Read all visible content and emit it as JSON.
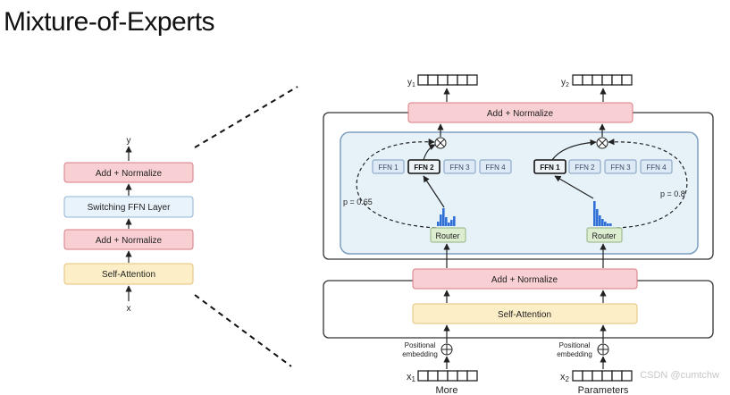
{
  "title": "Mixture-of-Experts",
  "left_stack": {
    "output_label": "y",
    "input_label": "x",
    "add_norm_top": "Add + Normalize",
    "switching_ffn": "Switching FFN Layer",
    "add_norm_bottom": "Add + Normalize",
    "self_attention": "Self-Attention"
  },
  "right_diagram": {
    "outputs": [
      "y",
      "y"
    ],
    "output_subscripts": [
      "1",
      "2"
    ],
    "add_norm_top": "Add + Normalize",
    "add_norm_bottom": "Add + Normalize",
    "self_attention": "Self-Attention",
    "router_label": "Router",
    "left_experts": [
      "FFN 1",
      "FFN 2",
      "FFN 3",
      "FFN 4"
    ],
    "right_experts": [
      "FFN 1",
      "FFN 2",
      "FFN 3",
      "FFN 4"
    ],
    "left_selected_expert": 2,
    "right_selected_expert": 1,
    "left_probability": "p = 0.65",
    "right_probability": "p = 0.8",
    "positional_embedding": [
      "Positional",
      "embedding"
    ],
    "inputs": [
      "x",
      "x"
    ],
    "input_subscripts": [
      "1",
      "2"
    ],
    "tokens": [
      "More",
      "Parameters"
    ]
  },
  "watermark": "CSDN @cumtchw",
  "colors": {
    "add_norm_fill": "#f8cfd2",
    "add_norm_stroke": "#d97d85",
    "attention_fill": "#fcefc7",
    "attention_stroke": "#e3c27a",
    "ffn_layer_fill": "#e9f3fb",
    "ffn_layer_stroke": "#8fb3d6",
    "moe_panel_fill": "#e6f2f8",
    "moe_panel_stroke": "#7d9ec0",
    "router_fill": "#dcedd0",
    "router_stroke": "#93b27f",
    "bar_color": "#2f6fd6"
  }
}
